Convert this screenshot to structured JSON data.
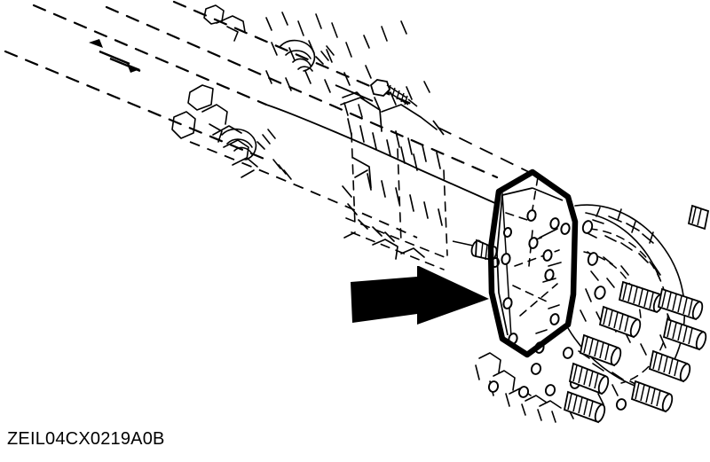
{
  "figure": {
    "title": "ZEIL04CX0219A0B",
    "caption": "ZEIL04CX0219A0B",
    "type": "technical-line-drawing",
    "description": "Exploded assembly line drawing of a drive axle / housing with highlighted flange gasket plate",
    "colors": {
      "ink": "#000000",
      "background": "#ffffff",
      "highlight": "#000000"
    },
    "annotations": {
      "arrow": {
        "name": "callout-arrow",
        "direction": "right",
        "points_to": "highlighted-gasket-plate"
      },
      "highlight": {
        "name": "gasket-outline",
        "shape": "octagonal-plate",
        "stroke_width": 6
      },
      "leader_line": {
        "name": "leader-line",
        "style": "dashed"
      },
      "centerline": {
        "name": "axis-centerline",
        "style": "dashed",
        "count": 2
      }
    },
    "parts": {
      "gasket": "flange gasket plate",
      "housing": "axle housing",
      "studs": "threaded studs",
      "bolt": "hex head bolt",
      "dowel": "dowel pin"
    }
  }
}
